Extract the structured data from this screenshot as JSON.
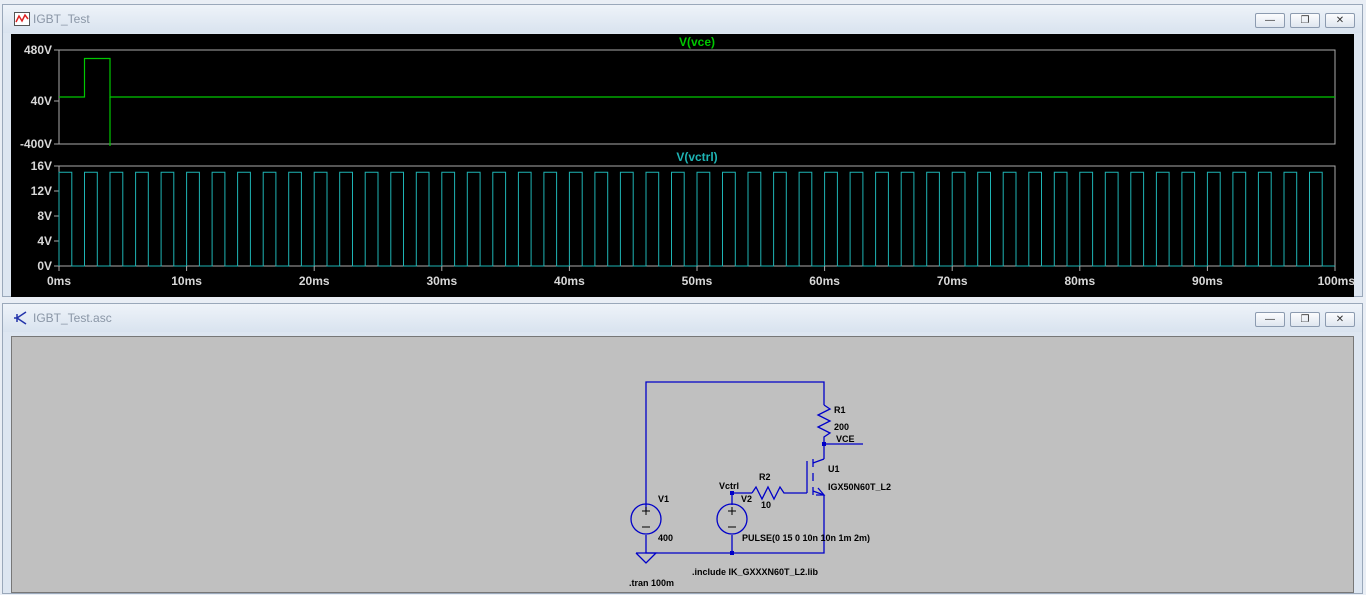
{
  "waveform_window": {
    "title": "IGBT_Test",
    "minimize_label": "—",
    "restore_label": "❐",
    "close_label": "✕"
  },
  "schematic_window": {
    "title": "IGBT_Test.asc",
    "minimize_label": "—",
    "restore_label": "❐",
    "close_label": "✕"
  },
  "colors": {
    "vce_trace": "#00c800",
    "vctrl_trace": "#1eb4b4",
    "wire": "#0000c8",
    "schematic_bg": "#c0c0c0"
  },
  "chart_data": [
    {
      "type": "line",
      "title": "V(vce)",
      "yticks": [
        "480V",
        "40V",
        "-400V"
      ],
      "xlim": [
        0,
        100
      ],
      "ylim": [
        -400,
        480
      ],
      "series": [
        {
          "name": "V(vce)",
          "x": [
            0,
            2,
            2,
            4,
            4,
            100
          ],
          "y": [
            40,
            40,
            400,
            400,
            40,
            40
          ]
        }
      ]
    },
    {
      "type": "line",
      "title": "V(vctrl)",
      "yticks": [
        "16V",
        "12V",
        "8V",
        "4V",
        "0V"
      ],
      "xticks": [
        "0ms",
        "10ms",
        "20ms",
        "30ms",
        "40ms",
        "50ms",
        "60ms",
        "70ms",
        "80ms",
        "90ms",
        "100ms"
      ],
      "xlim": [
        0,
        100
      ],
      "ylim": [
        0,
        16
      ],
      "series": [
        {
          "name": "V(vctrl)",
          "period_ms": 2,
          "high": 15,
          "low": 0,
          "on_ms": 1
        }
      ]
    }
  ],
  "schematic": {
    "r1_name": "R1",
    "r1_value": "200",
    "vce_label": "VCE",
    "u1_name": "U1",
    "u1_model": "IGX50N60T_L2",
    "r2_name": "R2",
    "r2_value": "10",
    "vctrl_label": "Vctrl",
    "v1_name": "V1",
    "v1_value": "400",
    "v2_name": "V2",
    "v2_value": "PULSE(0 15 0 10n 10n 1m 2m)",
    "tran_directive": ".tran 100m",
    "include_directive": ".include IK_GXXXN60T_L2.lib"
  }
}
